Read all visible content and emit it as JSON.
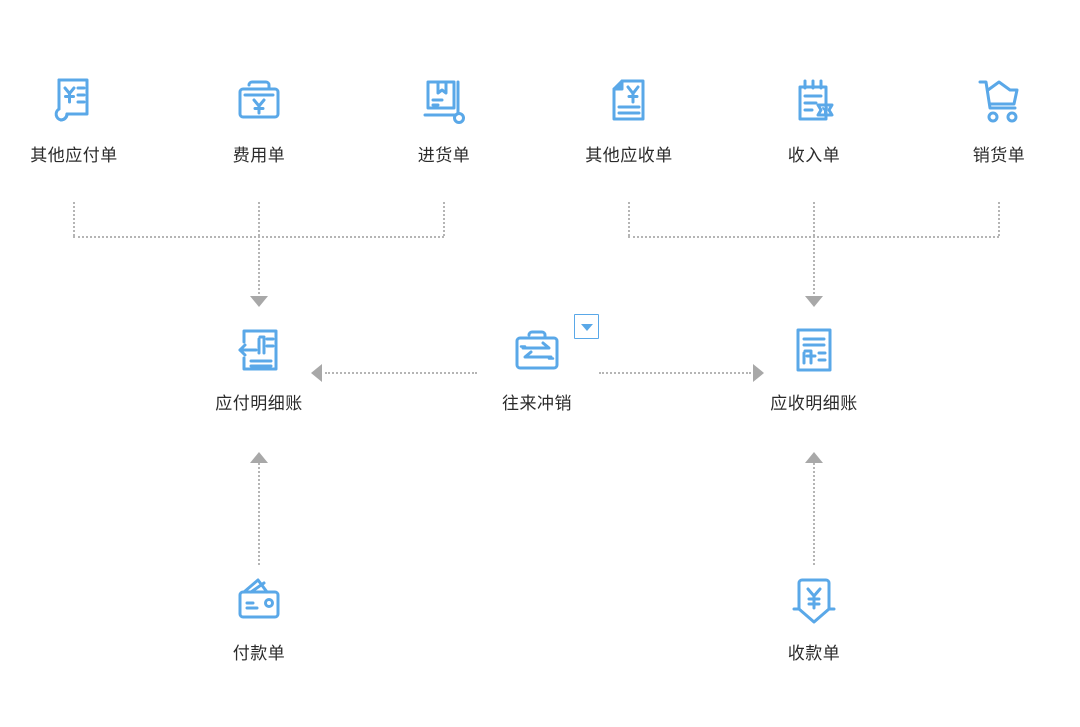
{
  "theme": {
    "icon_blue": "#5aa8e8",
    "connector_gray": "#b5b5b5",
    "arrow_gray": "#a8a8a8",
    "label_color": "#2b2b2b",
    "background": "#ffffff"
  },
  "nodes": {
    "other_payable": {
      "label": "其他应付单",
      "icon": "receipt-yen-icon"
    },
    "expense": {
      "label": "费用单",
      "icon": "toolbox-yen-icon"
    },
    "purchase": {
      "label": "进货单",
      "icon": "box-cart-icon"
    },
    "other_receivable": {
      "label": "其他应收单",
      "icon": "document-yen-icon"
    },
    "income": {
      "label": "收入单",
      "icon": "clipboard-yen-icon"
    },
    "sales": {
      "label": "销货单",
      "icon": "shopping-cart-icon"
    },
    "payable_ledger": {
      "label": "应付明细账",
      "icon": "document-pay-arrow-icon"
    },
    "offset": {
      "label": "往来冲销",
      "icon": "briefcase-exchange-icon",
      "has_dropdown": true
    },
    "receivable_ledger": {
      "label": "应收明细账",
      "icon": "document-receive-icon"
    },
    "payment_voucher": {
      "label": "付款单",
      "icon": "wallet-icon"
    },
    "receipt_voucher": {
      "label": "收款单",
      "icon": "shield-yen-down-icon"
    }
  },
  "connectors": [
    {
      "name": "payables-bus",
      "from": [
        "其他应付单",
        "费用单",
        "进货单"
      ],
      "to": "应付明细账",
      "style": "dotted",
      "arrow": "down"
    },
    {
      "name": "receivables-bus",
      "from": [
        "其他应收单",
        "收入单",
        "销货单"
      ],
      "to": "应收明细账",
      "style": "dotted",
      "arrow": "down"
    },
    {
      "name": "offset-to-payable",
      "from": "往来冲销",
      "to": "应付明细账",
      "style": "dotted",
      "arrow": "left"
    },
    {
      "name": "offset-to-receivable",
      "from": "往来冲销",
      "to": "应收明细账",
      "style": "dotted",
      "arrow": "right"
    },
    {
      "name": "payment-to-payable",
      "from": "付款单",
      "to": "应付明细账",
      "style": "dotted",
      "arrow": "up"
    },
    {
      "name": "receipt-to-receivable",
      "from": "收款单",
      "to": "应收明细账",
      "style": "dotted",
      "arrow": "up"
    }
  ]
}
